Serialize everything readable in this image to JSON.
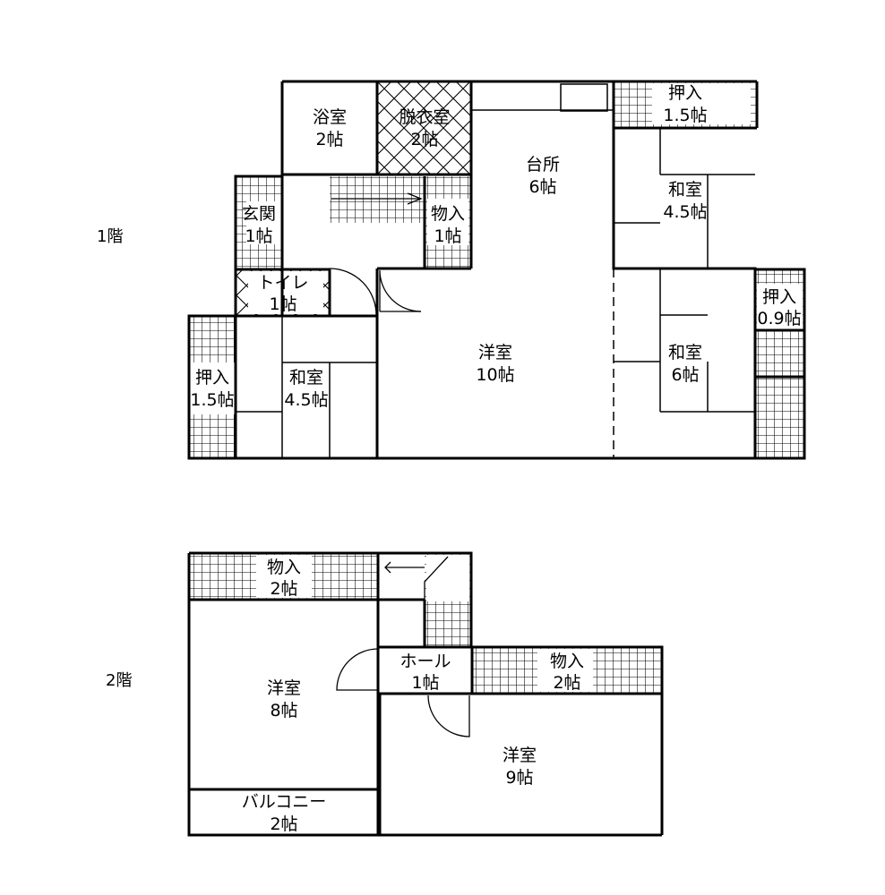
{
  "floors": {
    "f1": "1階",
    "f2": "2階"
  },
  "rooms": {
    "bath": [
      "浴室",
      "2帖"
    ],
    "dressing": [
      "脱衣室",
      "2帖"
    ],
    "kitchen": [
      "台所",
      "6帖"
    ],
    "closet_top_right": [
      "押入",
      "1.5帖"
    ],
    "washitsu_upper": [
      "和室",
      "4.5帖"
    ],
    "entrance": [
      "玄関",
      "1帖"
    ],
    "storage_1f": [
      "物入",
      "1帖"
    ],
    "toilet": [
      "トイレ",
      "1帖"
    ],
    "closet_right": [
      "押入",
      "0.9帖"
    ],
    "closet_left": [
      "押入",
      "1.5帖"
    ],
    "washitsu_left": [
      "和室",
      "4.5帖"
    ],
    "western_10": [
      "洋室",
      "10帖"
    ],
    "washitsu_right": [
      "和室",
      "6帖"
    ],
    "storage_2f_left": [
      "物入",
      "2帖"
    ],
    "hall": [
      "ホール",
      "1帖"
    ],
    "storage_2f_right": [
      "物入",
      "2帖"
    ],
    "western_8": [
      "洋室",
      "8帖"
    ],
    "western_9": [
      "洋室",
      "9帖"
    ],
    "balcony": [
      "バルコニー",
      "2帖"
    ]
  }
}
